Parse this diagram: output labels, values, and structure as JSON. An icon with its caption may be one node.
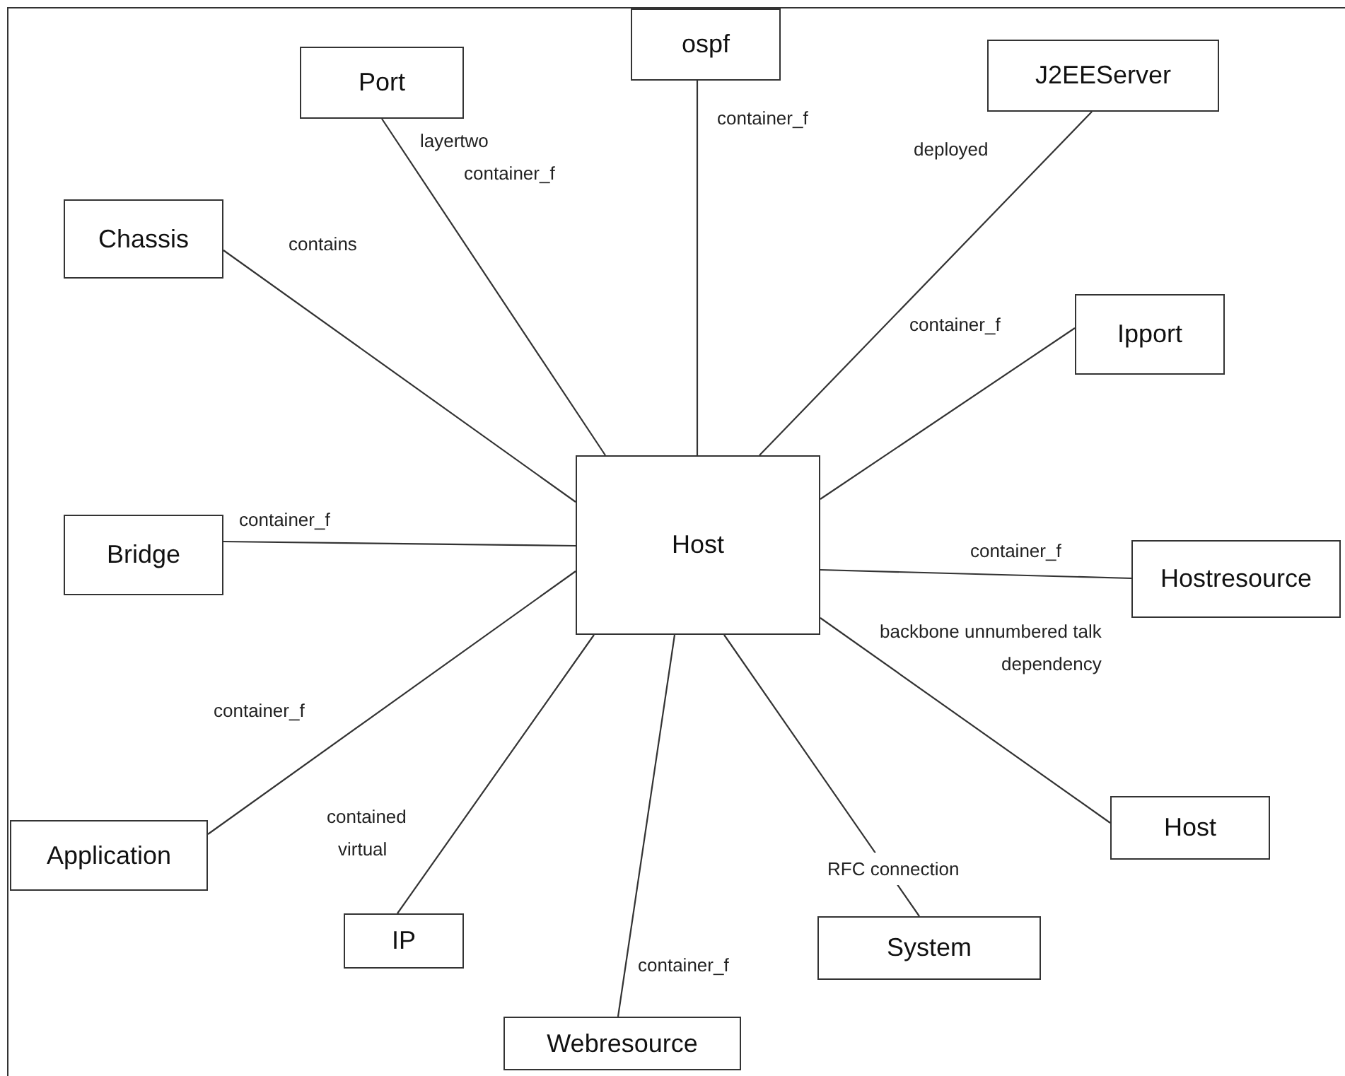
{
  "diagram": {
    "nodes": [
      {
        "text": [
          "ospf"
        ]
      },
      {
        "text": [
          "J2EEServer"
        ]
      },
      {
        "text": [
          "Port"
        ]
      },
      {
        "text": [
          "Chassis"
        ]
      },
      {
        "text": [
          "Ipport"
        ]
      },
      {
        "text": [
          "Host"
        ]
      },
      {
        "text": [
          "Bridge"
        ]
      },
      {
        "text": [
          "Hostresource"
        ]
      },
      {
        "text": [
          "Host"
        ]
      },
      {
        "text": [
          "Application"
        ]
      },
      {
        "text": [
          "IP"
        ]
      },
      {
        "text": [
          "System"
        ]
      },
      {
        "text": [
          "Webresource"
        ]
      }
    ],
    "edges": [
      {
        "from": 5,
        "to": 0,
        "arrow": "none",
        "label": "container_f"
      },
      {
        "from": 5,
        "to": 1,
        "arrow": "none",
        "label": "deployed"
      },
      {
        "from": 5,
        "to": 2,
        "arrow": "none",
        "label": "layertwo container_f"
      },
      {
        "from": 5,
        "to": 3,
        "arrow": "none",
        "label": "contains"
      },
      {
        "from": 5,
        "to": 4,
        "arrow": "none",
        "label": "container_f"
      },
      {
        "from": 5,
        "to": 6,
        "arrow": "none",
        "label": "container_f"
      },
      {
        "from": 5,
        "to": 7,
        "arrow": "none",
        "label": "container_f"
      },
      {
        "from": 5,
        "to": 8,
        "arrow": "none",
        "label": "backbone unnumbered talk dependency"
      },
      {
        "from": 5,
        "to": 9,
        "arrow": "none",
        "label": "container_f"
      },
      {
        "from": 5,
        "to": 10,
        "arrow": "none",
        "label": "contained virtual"
      },
      {
        "from": 5,
        "to": 11,
        "arrow": "none",
        "label": "RFC connection"
      },
      {
        "from": 5,
        "to": 12,
        "arrow": "none",
        "label": "container_f"
      }
    ]
  }
}
